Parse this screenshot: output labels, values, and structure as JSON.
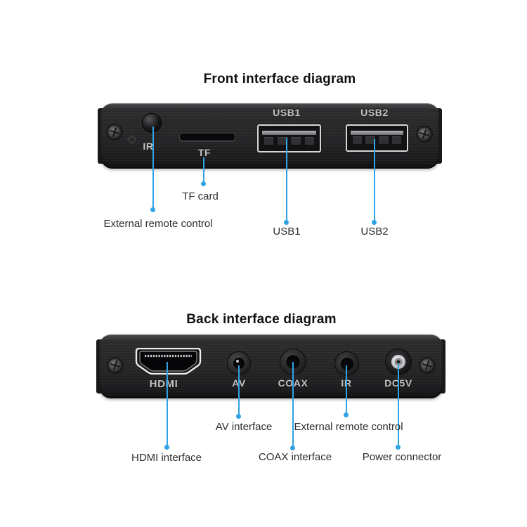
{
  "front": {
    "title": "Front interface diagram",
    "ports": [
      {
        "id": "ir-sensor",
        "panel_label": "IR",
        "callout": "External remote control"
      },
      {
        "id": "tf-slot",
        "panel_label": "TF",
        "callout": "TF card"
      },
      {
        "id": "usb1",
        "panel_label": "USB1",
        "callout": "USB1"
      },
      {
        "id": "usb2",
        "panel_label": "USB2",
        "callout": "USB2"
      }
    ]
  },
  "back": {
    "title": "Back interface diagram",
    "ports": [
      {
        "id": "hdmi",
        "panel_label": "HDMI",
        "callout": "HDMI interface"
      },
      {
        "id": "av",
        "panel_label": "AV",
        "callout": "AV interface"
      },
      {
        "id": "coax",
        "panel_label": "COAX",
        "callout": "COAX interface"
      },
      {
        "id": "ir",
        "panel_label": "IR",
        "callout": "External remote control"
      },
      {
        "id": "dc5v",
        "panel_label": "DC5V",
        "callout": "Power connector"
      }
    ]
  },
  "colors": {
    "callout_line": "#2FA3E4",
    "device_body": "#232325",
    "background": "#ffffff"
  }
}
